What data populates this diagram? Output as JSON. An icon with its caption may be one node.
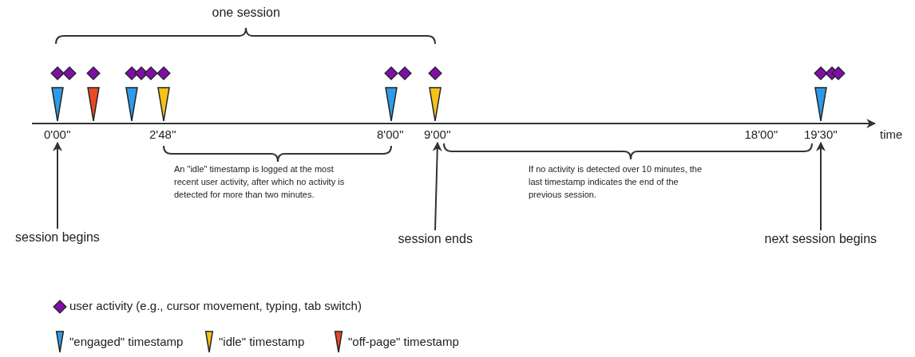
{
  "diagram": {
    "nodes": [
      {
        "text": [
          "0'00''"
        ]
      },
      {
        "text": [
          "9'00''"
        ]
      },
      {
        "text": [
          "19'30''"
        ]
      },
      {
        "text": [
          "session begins"
        ]
      },
      {
        "text": [
          "session ends"
        ]
      },
      {
        "text": [
          "next session begins"
        ]
      }
    ],
    "edges": [
      {
        "from": 3,
        "to": 0,
        "arrow": "to"
      },
      {
        "from": 4,
        "to": 1,
        "arrow": "to"
      },
      {
        "from": 5,
        "to": 2,
        "arrow": "to"
      }
    ],
    "labels": [
      "one session",
      "2'48''",
      "8'00''",
      "18'00''",
      "time",
      "An \"idle\" timestamp is logged at the most recent user activity, after which no activity is detected for more than two minutes.",
      "If no activity is detected over 10 minutes, the last timestamp indicates the end of the previous session."
    ],
    "legend": [
      {
        "text": "user activity (e.g., cursor movement, typing, tab switch)"
      },
      {
        "text": "\"engaged\" timestamp"
      },
      {
        "text": "\"idle\" timestamp"
      },
      {
        "text": "\"off-page\" timestamp"
      }
    ]
  }
}
